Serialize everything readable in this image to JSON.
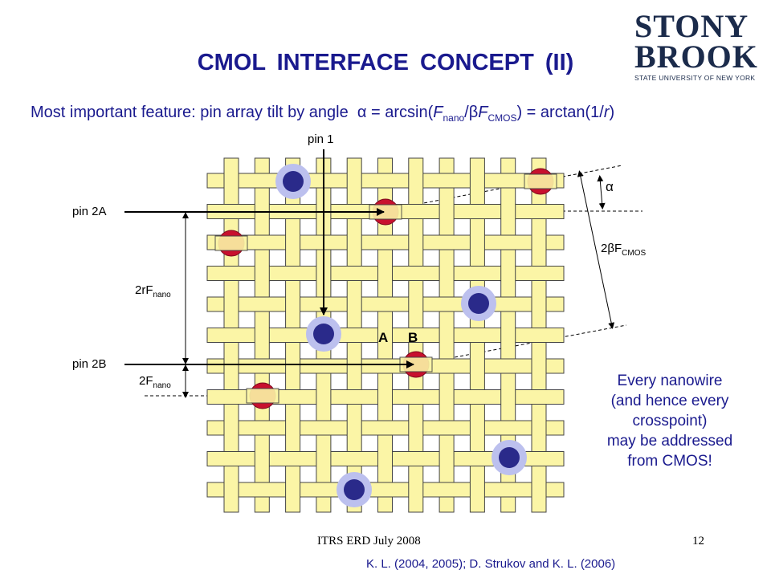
{
  "slide": {
    "title": "CMOL INTERFACE CONCEPT (II)",
    "subtitle": {
      "prefix": "Most important feature: pin array tilt by angle",
      "alpha": "α",
      "eq1": " = arcsin(",
      "F": "F",
      "nano": "nano",
      "slash": "/",
      "beta": "β",
      "F2": "F",
      "cmos": "CMOS",
      "eq2": ") = arctan(1/",
      "r": "r",
      "close": ")"
    },
    "logo": {
      "line1": "STONY",
      "line2": "BROOK",
      "sub": "STATE UNIVERSITY OF NEW YORK"
    },
    "labels": {
      "pin1": "pin 1",
      "pin2a": "pin 2A",
      "pin2b": "pin 2B",
      "alpha": "α",
      "two_beta_F": "2βF",
      "cmos_sub": "CMOS",
      "two_r_F": "2rF",
      "two_F": "2F",
      "nano_sub": "nano",
      "a": "A",
      "b": "B"
    },
    "note": [
      "Every nanowire",
      "(and hence every",
      "crosspoint)",
      "may be addressed",
      "from CMOS!"
    ],
    "footer_left": "ITRS ERD July 2008",
    "page_number": "12",
    "citation": "K. L. (2004, 2005); D. Strukov and K. L. (2006)"
  },
  "colors": {
    "title": "#1a1a8e",
    "wire_fill": "#fbf5a6",
    "wire_stroke": "#444444",
    "red_pin": "#c8102e",
    "blue_pin": "#2a2a8a",
    "blue_halo": "#bcc0ee"
  },
  "diagram": {
    "horizontal_wires": 11,
    "vertical_wires": 11
  }
}
